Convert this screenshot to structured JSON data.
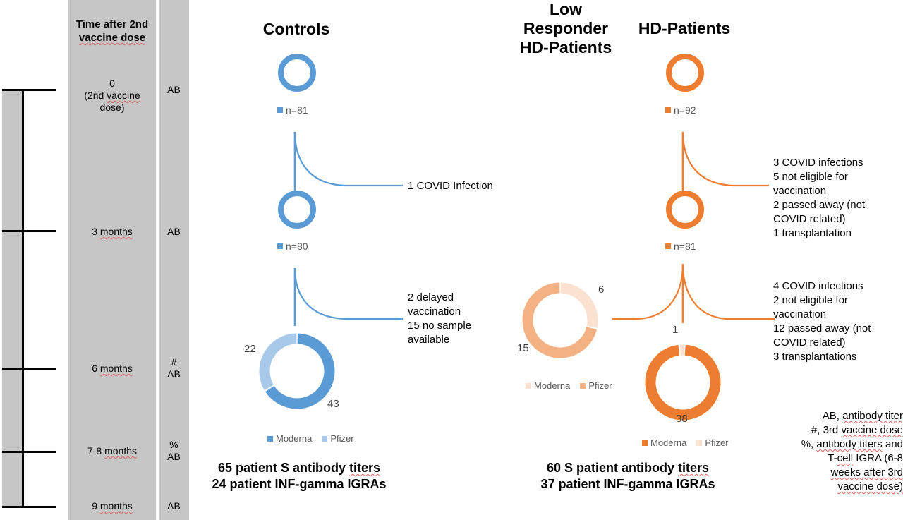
{
  "timeline": {
    "header": "Time after 2nd vaccine dose",
    "header_line1": "Time after 2nd",
    "header_line2": "vaccine dose",
    "rows": [
      {
        "time_line1": "0",
        "time_line2": "(2nd vaccine",
        "time_line3": "dose)",
        "assay": "AB",
        "assay_line2": ""
      },
      {
        "time_line1": "3 months",
        "time_line2": "",
        "time_line3": "",
        "assay": "AB",
        "assay_line2": ""
      },
      {
        "time_line1": "6 months",
        "time_line2": "",
        "time_line3": "",
        "assay": "#",
        "assay_line2": "AB"
      },
      {
        "time_line1": "7-8 months",
        "time_line2": "",
        "time_line3": "",
        "assay": "%",
        "assay_line2": "AB"
      },
      {
        "time_line1": "9 months",
        "time_line2": "",
        "time_line3": "",
        "assay": "AB",
        "assay_line2": ""
      }
    ]
  },
  "colors": {
    "blue_dark": "#5B9BD5",
    "blue_light": "#A9C9EA",
    "orange_dark": "#ED7D31",
    "orange_mid": "#F4B183",
    "orange_light": "#FBE1D0",
    "gray_panel": "#C6C6C6",
    "axis_black": "#000000"
  },
  "controls": {
    "title": "Controls",
    "cohort_top": {
      "label": "n=81",
      "value": 81
    },
    "cohort_mid": {
      "label": "n=80",
      "value": 80
    },
    "dropout_1": "1 COVID Infection",
    "dropout_2_line1": "2 delayed",
    "dropout_2_line2": "vaccination",
    "dropout_2_line3": "15 no sample",
    "dropout_2_line4": "available",
    "legend": {
      "moderna": "Moderna",
      "pfizer": "Pfizer"
    },
    "value_moderna": "43",
    "value_pfizer": "22",
    "summary_line1": "65 patient S antibody titers",
    "summary_line2": "24 patient INF-gamma IGRAs"
  },
  "low_responder": {
    "title_line1": "Low",
    "title_line2": "Responder",
    "title_line3": "HD-Patients",
    "legend": {
      "moderna": "Moderna",
      "pfizer": "Pfizer"
    },
    "value_moderna": "6",
    "value_pfizer": "15"
  },
  "hd_patients": {
    "title": "HD-Patients",
    "cohort_top": {
      "label": "n=92",
      "value": 92
    },
    "cohort_mid": {
      "label": "n=81",
      "value": 81
    },
    "dropout_1_line1": "3 COVID infections",
    "dropout_1_line2": "5 not eligible for",
    "dropout_1_line3": "vaccination",
    "dropout_1_line4": "2 passed away (not",
    "dropout_1_line5": "COVID related)",
    "dropout_1_line6": "1 transplantation",
    "dropout_2_line1": "4 COVID infections",
    "dropout_2_line2": "2 not eligible for",
    "dropout_2_line3": "vaccination",
    "dropout_2_line4": "12 passed away (not",
    "dropout_2_line5": "COVID related)",
    "dropout_2_line6": "3 transplantations",
    "legend": {
      "moderna": "Moderna",
      "pfizer": "Pfizer"
    },
    "value_moderna": "38",
    "value_pfizer": "1",
    "summary_line1": "60 S patient antibody titers",
    "summary_line2": "37 patient INF-gamma IGRAs"
  },
  "footnote": {
    "line1": "AB, antibody titer",
    "line2": "#, 3rd vaccine dose",
    "line3": "%, antibody titers and",
    "line4": "T-cell IGRA (6-8",
    "line5": "weeks after 3rd",
    "line6": "vaccine dose)"
  },
  "chart_data": [
    {
      "type": "pie",
      "title": "Controls cohort at baseline",
      "labels": [
        "n=81"
      ],
      "values": [
        81
      ],
      "legend_position": "bottom"
    },
    {
      "type": "pie",
      "title": "Controls cohort at 3 months",
      "labels": [
        "n=80"
      ],
      "values": [
        80
      ],
      "legend_position": "bottom"
    },
    {
      "type": "pie",
      "title": "Controls vaccine distribution",
      "labels": [
        "Moderna",
        "Pfizer"
      ],
      "values": [
        43,
        22
      ],
      "colors": [
        "#5B9BD5",
        "#A9C9EA"
      ],
      "legend_position": "bottom"
    },
    {
      "type": "pie",
      "title": "Low Responder HD-Patients vaccine distribution",
      "labels": [
        "Moderna",
        "Pfizer"
      ],
      "values": [
        6,
        15
      ],
      "colors": [
        "#FBE1D0",
        "#F4B183"
      ],
      "legend_position": "bottom"
    },
    {
      "type": "pie",
      "title": "HD-Patients cohort at baseline",
      "labels": [
        "n=92"
      ],
      "values": [
        92
      ],
      "legend_position": "bottom"
    },
    {
      "type": "pie",
      "title": "HD-Patients cohort at 3 months",
      "labels": [
        "n=81"
      ],
      "values": [
        81
      ],
      "legend_position": "bottom"
    },
    {
      "type": "pie",
      "title": "HD-Patients vaccine distribution",
      "labels": [
        "Moderna",
        "Pfizer"
      ],
      "values": [
        38,
        1
      ],
      "colors": [
        "#ED7D31",
        "#FBE1D0"
      ],
      "legend_position": "bottom"
    }
  ]
}
